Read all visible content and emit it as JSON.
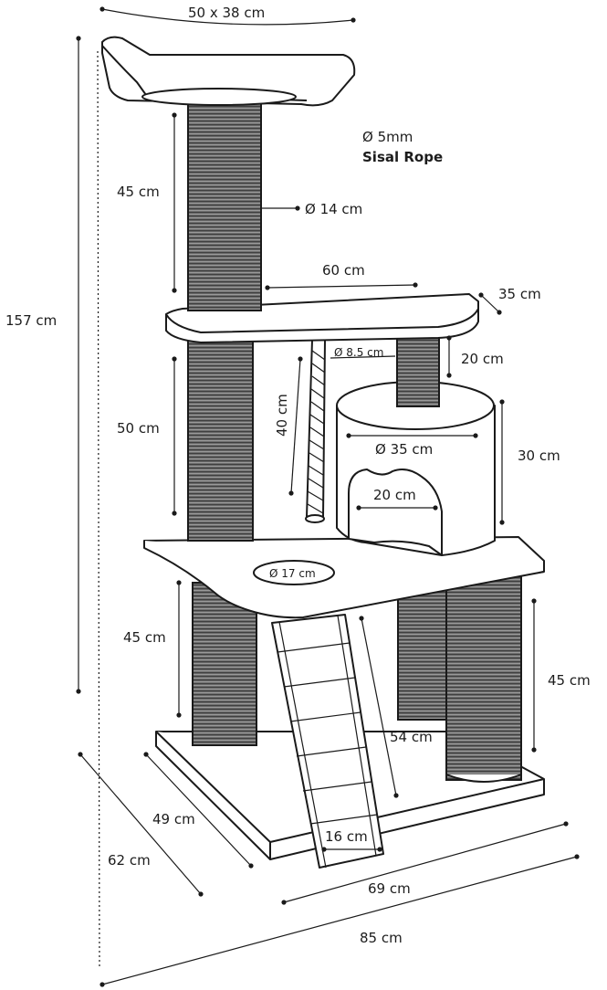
{
  "dimensions": {
    "top_width": "50 x 38 cm",
    "total_height": "157 cm",
    "top_post_height": "45 cm",
    "top_post_diameter": "Ø 14 cm",
    "shelf_length": "60 cm",
    "shelf_depth": "35 cm",
    "middle_post_height": "50 cm",
    "rope_length": "40 cm",
    "rope_post_diameter": "Ø 8.5 cm",
    "rope_post_height": "20 cm",
    "house_diameter": "Ø 35 cm",
    "house_height": "30 cm",
    "house_door_width": "20 cm",
    "platform_hole_diameter": "Ø 17 cm",
    "lower_post_left_height": "45 cm",
    "lower_post_right_height": "45 cm",
    "ladder_length": "54 cm",
    "ladder_width": "16 cm",
    "base_depth": "49 cm",
    "total_depth": "62 cm",
    "base_width": "69 cm",
    "total_width": "85 cm"
  },
  "material": {
    "rope_diameter": "Ø 5mm",
    "rope_name": "Sisal Rope"
  },
  "colors": {
    "line": "#1a1a1a",
    "post_fill": "#6e6e6e",
    "background": "#ffffff"
  }
}
